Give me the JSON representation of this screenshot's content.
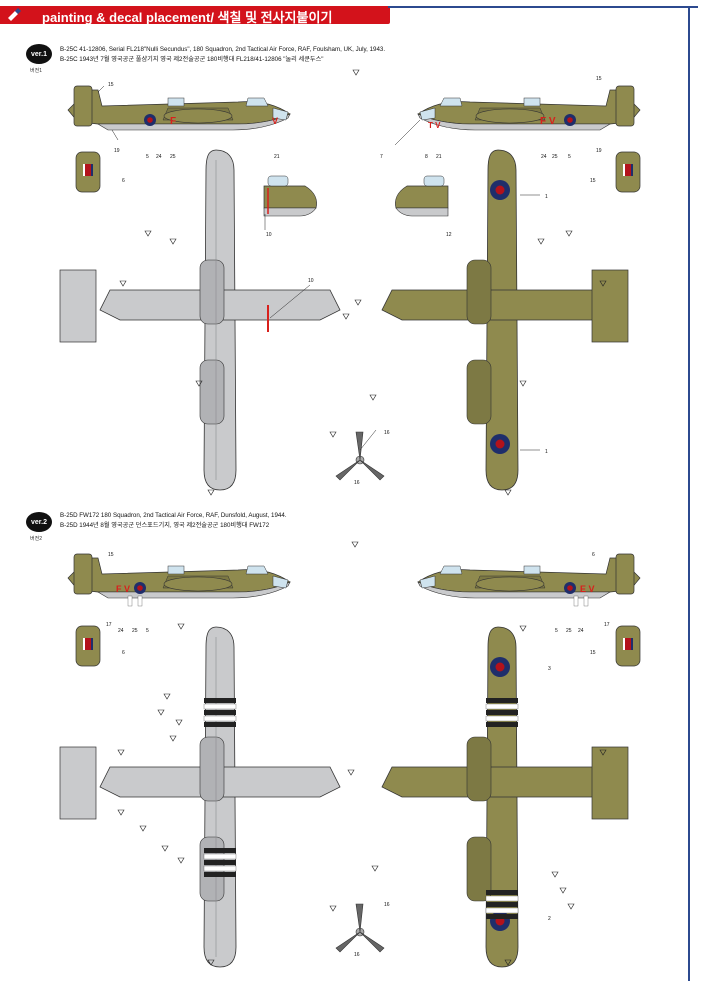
{
  "header": {
    "title": "painting & decal placement/ 색칠 및 전사지붙이기",
    "accent_color": "#d3121b",
    "line_color": "#2c4a8f"
  },
  "versions": [
    {
      "badge": "ver.1",
      "sub": "버전1",
      "line_en": "B-25C 41-12806, Serial FL218\"Nulli Secundus\", 180 Squadron, 2nd Tactical Air Force, RAF, Foulsham, UK, July, 1943.",
      "line_ko": "B-25C 1943년 7월 영국공군 풀샴기지 영국 제2전술공군 180비행대 FL218/41-12806 \"눌리 세쿤두스\""
    },
    {
      "badge": "ver.2",
      "sub": "버전2",
      "line_en": "B-25D FW172 180 Squadron, 2nd Tactical Air Force, RAF, Dunsfold, August, 1944.",
      "line_ko": "B-25D 1944년 8월 영국공군 던스포드기지, 영국 제2전술공군 180비행대 FW172"
    }
  ],
  "callouts": {
    "v1_left_side": [
      "15",
      "19",
      "5",
      "24",
      "25",
      "21"
    ],
    "v1_right_side": [
      "7",
      "8",
      "21",
      "15",
      "24",
      "25",
      "5",
      "19"
    ],
    "v1_tail": [
      "6",
      "15"
    ],
    "v1_nose": [
      "10",
      "12"
    ],
    "v1_top": [
      "1",
      "1"
    ],
    "v1_bottom": [
      "10"
    ],
    "v1_prop": [
      "16",
      "16"
    ],
    "v2_left_side": [
      "15",
      "17",
      "24",
      "25",
      "5"
    ],
    "v2_right_side": [
      "6",
      "5",
      "25",
      "24",
      "17"
    ],
    "v2_tail": [
      "6",
      "15"
    ],
    "v2_top": [
      "3",
      "2"
    ],
    "v2_prop": [
      "16",
      "16"
    ]
  },
  "colors": {
    "olive": "#8f8a4e",
    "olive_dark": "#6e6a39",
    "gray": "#c9cacc",
    "gray_dark": "#8b8c8f",
    "roundel_blue": "#1f2e6b",
    "roundel_red": "#b3121b",
    "code_red": "#d8201c",
    "glass": "#cfe3ee"
  }
}
